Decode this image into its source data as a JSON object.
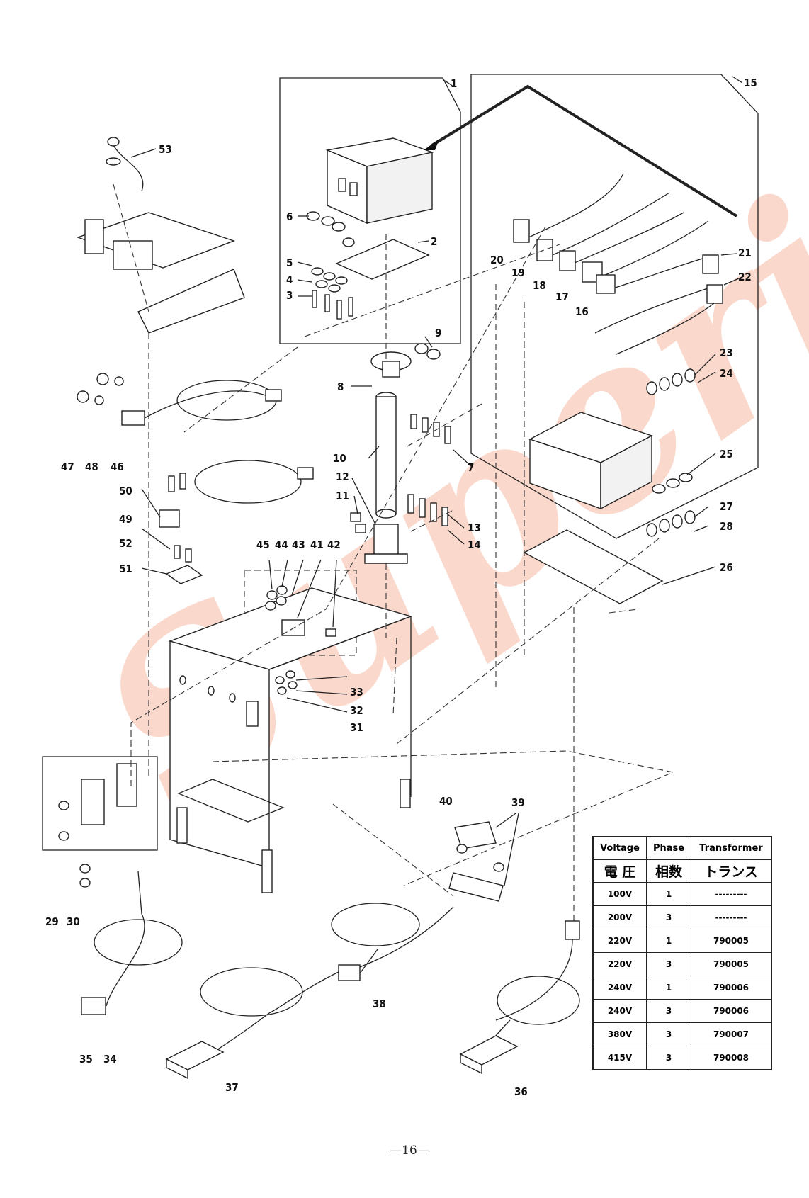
{
  "callouts": [
    "1",
    "2",
    "3",
    "4",
    "5",
    "6",
    "7",
    "8",
    "9",
    "10",
    "11",
    "12",
    "13",
    "14",
    "15",
    "16",
    "17",
    "18",
    "19",
    "20",
    "21",
    "22",
    "23",
    "24",
    "25",
    "26",
    "27",
    "28",
    "29",
    "30",
    "31",
    "32",
    "33",
    "34",
    "35",
    "36",
    "37",
    "38",
    "39",
    "40",
    "41",
    "42",
    "43",
    "44",
    "45",
    "46",
    "47",
    "48",
    "49",
    "50",
    "51",
    "52",
    "53"
  ],
  "watermark": "Superior",
  "table": {
    "header_en": [
      "Voltage",
      "Phase",
      "Transformer"
    ],
    "header_jp": [
      "電 圧",
      "相数",
      "トランス"
    ],
    "rows": [
      [
        "100V",
        "1",
        "---------"
      ],
      [
        "200V",
        "3",
        "---------"
      ],
      [
        "220V",
        "1",
        "790005"
      ],
      [
        "220V",
        "3",
        "790005"
      ],
      [
        "240V",
        "1",
        "790006"
      ],
      [
        "240V",
        "3",
        "790006"
      ],
      [
        "380V",
        "3",
        "790007"
      ],
      [
        "415V",
        "3",
        "790008"
      ]
    ]
  },
  "page_number": "—16—"
}
